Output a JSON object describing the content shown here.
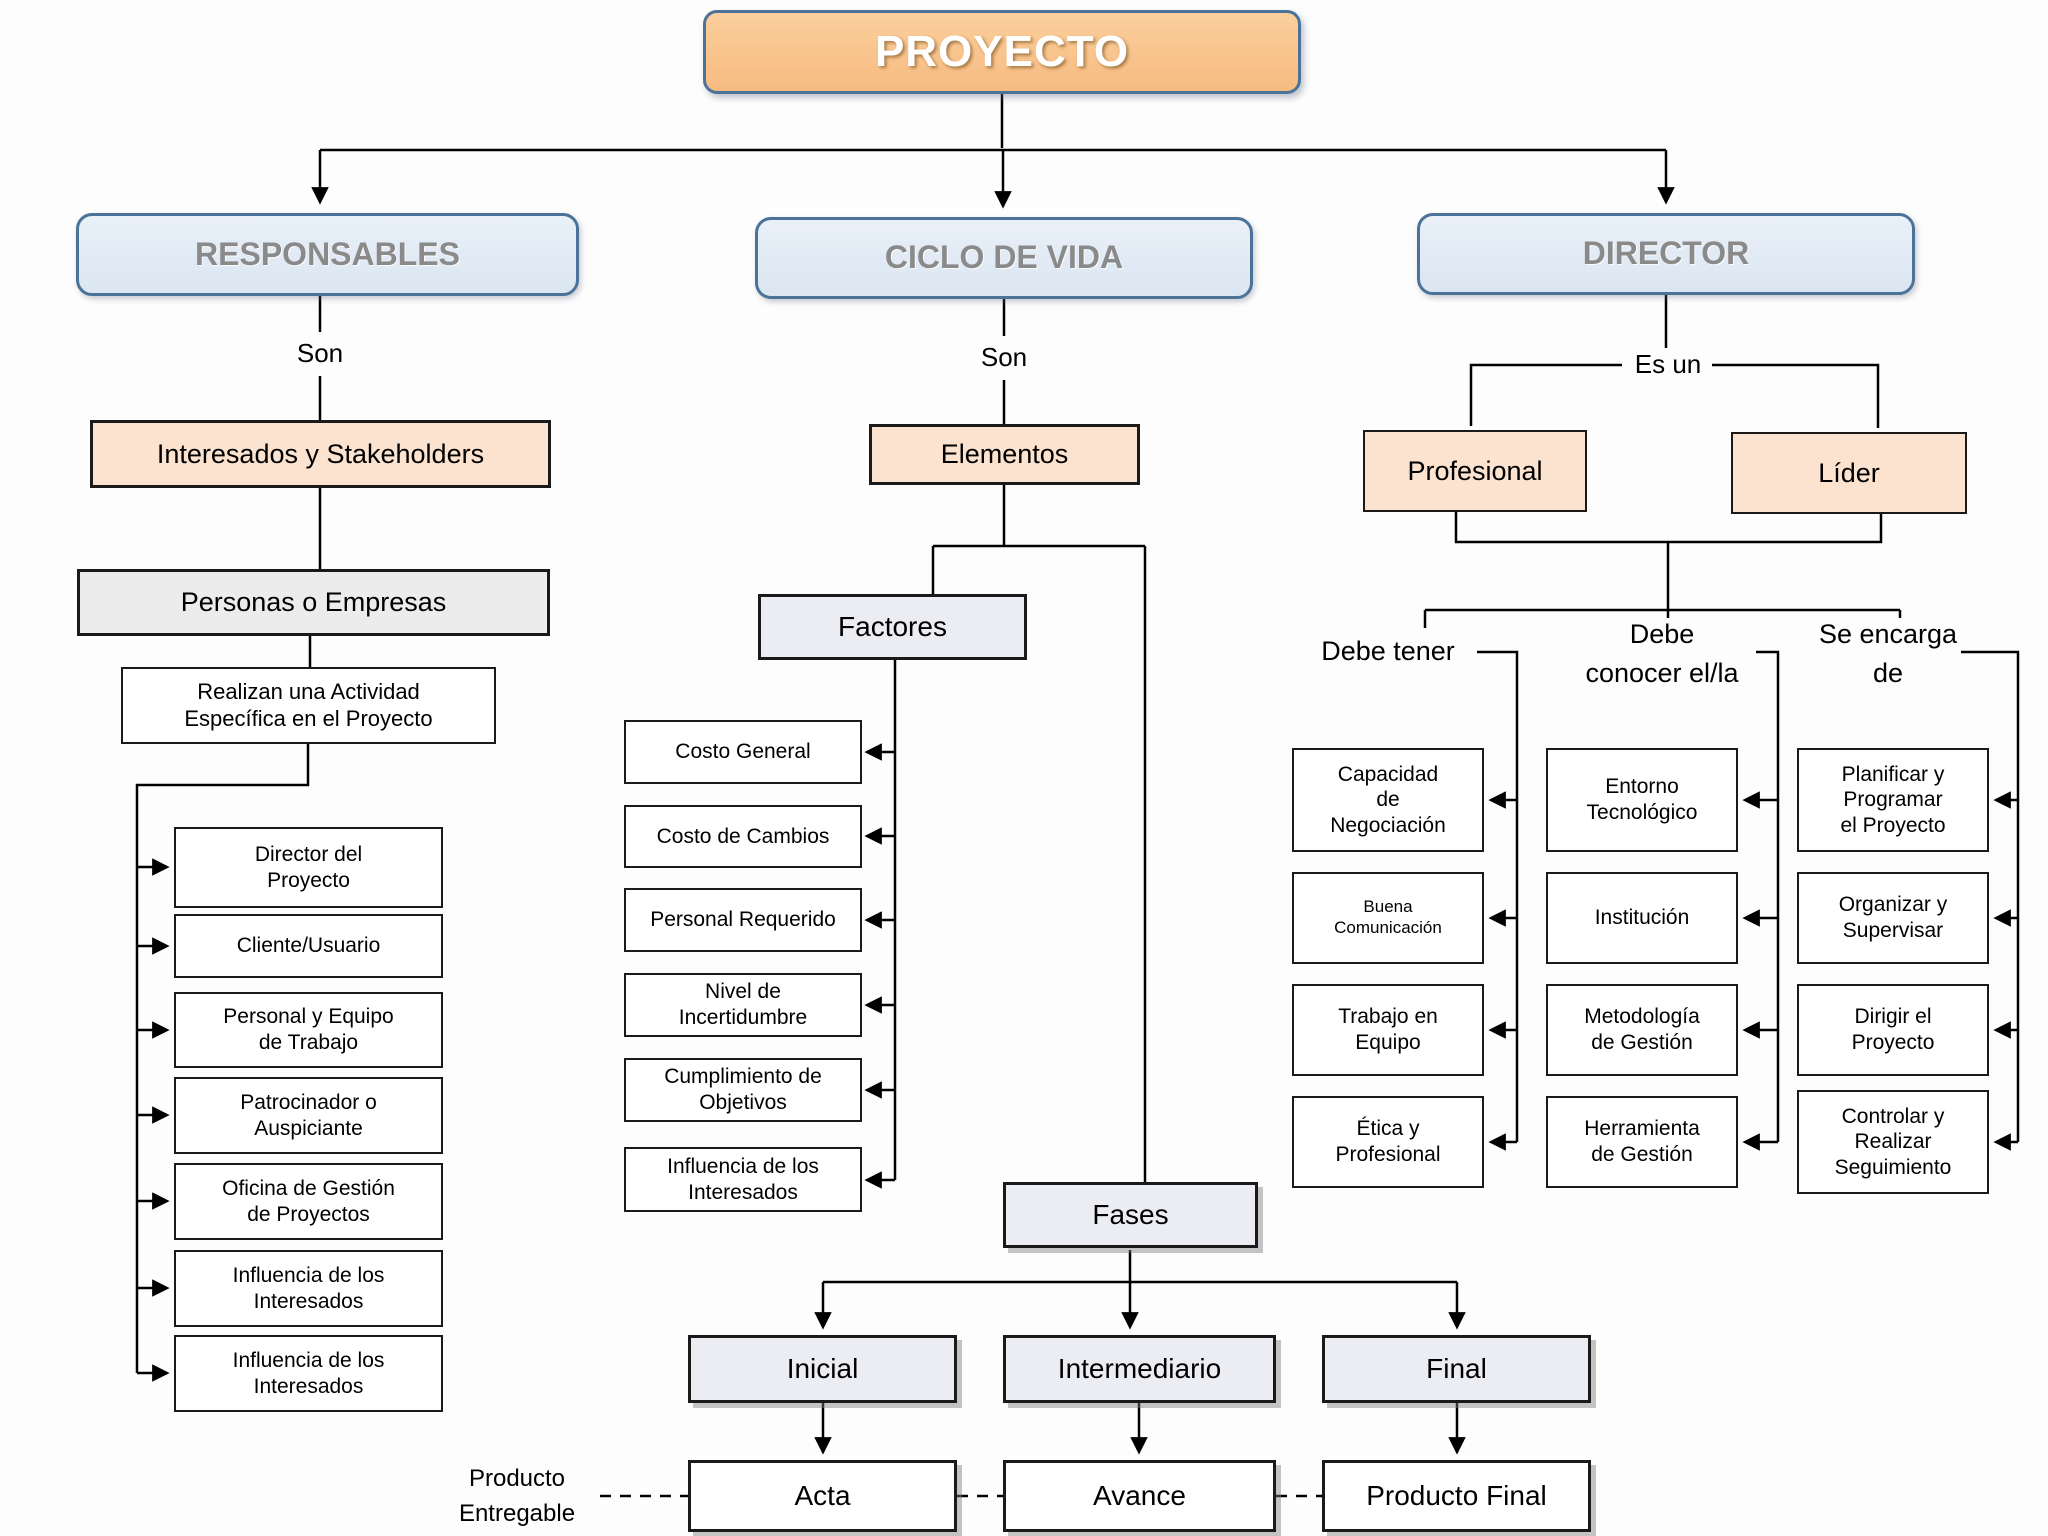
{
  "root": {
    "label": "PROYECTO"
  },
  "responsables": {
    "title": "RESPONSABLES",
    "relation": "Son",
    "interesados": "Interesados y Stakeholders",
    "personas": "Personas o Empresas",
    "realizan": "Realizan una Actividad\nEspecífica en el Proyecto",
    "items": [
      "Director del\nProyecto",
      "Cliente/Usuario",
      "Personal y Equipo\nde Trabajo",
      "Patrocinador o\nAuspiciante",
      "Oficina de Gestión\nde Proyectos",
      "Influencia de los\nInteresados",
      "Influencia de los\nInteresados"
    ]
  },
  "ciclo_de_vida": {
    "title": "CICLO DE VIDA",
    "relation": "Son",
    "elementos": "Elementos",
    "factores": {
      "title": "Factores",
      "items": [
        "Costo General",
        "Costo de Cambios",
        "Personal Requerido",
        "Nivel de\nIncertidumbre",
        "Cumplimiento de\nObjetivos",
        "Influencia de los\nInteresados"
      ]
    },
    "fases": {
      "title": "Fases",
      "phases": [
        "Inicial",
        "Intermediario",
        "Final"
      ],
      "products": [
        "Acta",
        "Avance",
        "Producto Final"
      ],
      "deliverable_label": "Producto\nEntregable"
    }
  },
  "director": {
    "title": "DIRECTOR",
    "relation": "Es un",
    "roles": [
      "Profesional",
      "Líder"
    ],
    "columns": [
      {
        "header": "Debe tener",
        "items": [
          "Capacidad\nde\nNegociación",
          "Buena\nComunicación",
          "Trabajo en\nEquipo",
          "Ética y\nProfesional"
        ]
      },
      {
        "header": "Debe\nconocer el/la",
        "items": [
          "Entorno\nTecnológico",
          "Institución",
          "Metodología\nde Gestión",
          "Herramienta\nde Gestión"
        ]
      },
      {
        "header": "Se encarga\nde",
        "items": [
          "Planificar y\nProgramar\nel Proyecto",
          "Organizar y\nSupervisar",
          "Dirigir el\nProyecto",
          "Controlar y\nRealizar\nSeguimiento"
        ]
      }
    ]
  },
  "colors": {
    "root_fill": "#F8C28C",
    "branch_fill": "#DFE9F4",
    "branch_border": "#4B7399",
    "accent_peach": "#FBE3D0",
    "gray_fill": "#ECECEC",
    "lavender_fill": "#ECEDF2",
    "line": "#000000"
  }
}
